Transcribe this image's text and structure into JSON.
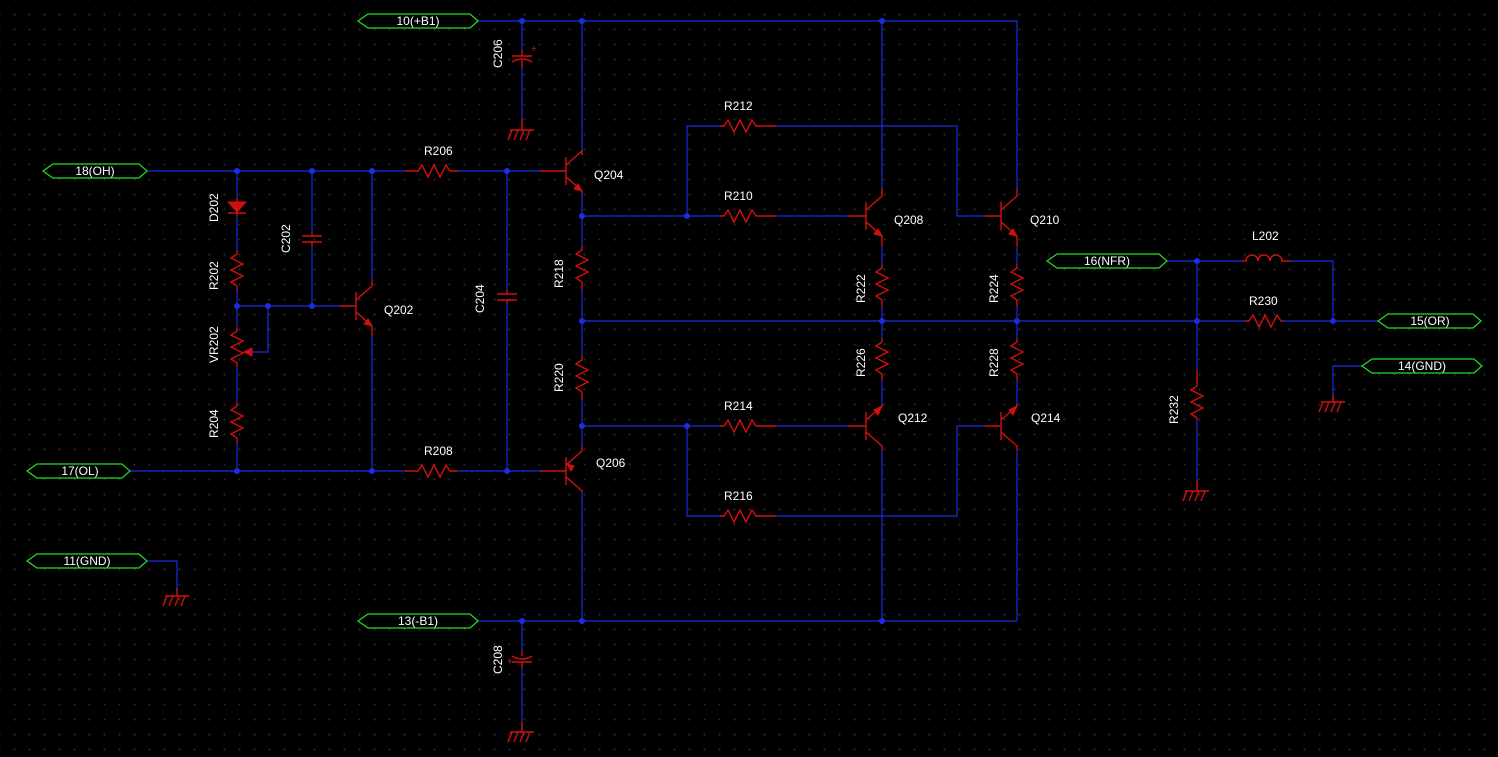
{
  "ports": {
    "p_b1pos": "10(+B1)",
    "p_oh": "18(OH)",
    "p_ol": "17(OL)",
    "p_gnd11": "11(GND)",
    "p_b1neg": "13(-B1)",
    "p_nfr": "16(NFR)",
    "p_or": "15(OR)",
    "p_gnd14": "14(GND)"
  },
  "refs": {
    "c206": "C206",
    "c202": "C202",
    "c204": "C204",
    "c208": "C208",
    "d202": "D202",
    "r202": "R202",
    "vr202": "VR202",
    "r204": "R204",
    "r206": "R206",
    "r208": "R208",
    "r210": "R210",
    "r212": "R212",
    "r214": "R214",
    "r216": "R216",
    "r218": "R218",
    "r220": "R220",
    "r222": "R222",
    "r224": "R224",
    "r226": "R226",
    "r228": "R228",
    "r230": "R230",
    "r232": "R232",
    "l202": "L202",
    "q202": "Q202",
    "q204": "Q204",
    "q206": "Q206",
    "q208": "Q208",
    "q210": "Q210",
    "q212": "Q212",
    "q214": "Q214",
    "plus_top": "+",
    "plus_bot": "+"
  },
  "colors": {
    "background": "#000000",
    "wire": "#1c2ce0",
    "component": "#d01010",
    "port_outline": "#22e022",
    "text": "#ffffff"
  }
}
